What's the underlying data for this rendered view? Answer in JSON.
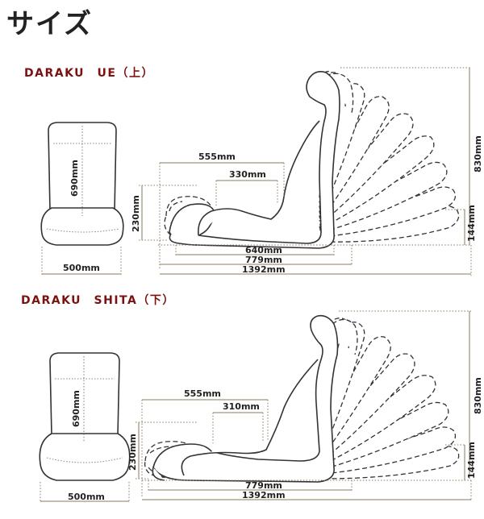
{
  "title": "サイズ",
  "sections": [
    {
      "heading": "DARAKU　UE（上）",
      "dims": {
        "front_height": "690mm",
        "front_width": "500mm",
        "side_height": "230mm",
        "seat_back": "555mm",
        "seat_inner": "330mm",
        "lowest": "144mm",
        "total_height": "830mm",
        "len_640": "640mm",
        "len_779": "779mm",
        "len_1392": "1392mm"
      }
    },
    {
      "heading": "DARAKU　SHITA（下）",
      "dims": {
        "front_height": "690mm",
        "front_width": "500mm",
        "side_height": "230mm",
        "seat_back": "555mm",
        "seat_inner": "310mm",
        "lowest": "144mm",
        "total_height": "830mm",
        "len_779": "779mm",
        "len_1392": "1392mm"
      }
    }
  ]
}
